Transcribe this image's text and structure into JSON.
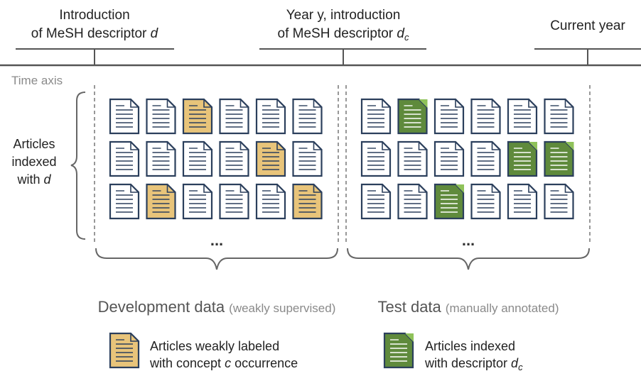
{
  "timeline": {
    "markers": [
      {
        "line1": "Introduction",
        "line2": "of MeSH descriptor ",
        "var": "d",
        "sub": ""
      },
      {
        "line1": "Year y, introduction",
        "line2": "of MeSH descriptor ",
        "var": "d",
        "sub": "c"
      },
      {
        "line1": "Current year",
        "line2": "",
        "var": "",
        "sub": ""
      }
    ],
    "axis_label": "Time axis"
  },
  "brace_label": {
    "line1": "Articles",
    "line2": "indexed",
    "line3_prefix": "with ",
    "line3_var": "d"
  },
  "grids": {
    "development": {
      "rows": [
        [
          "plain",
          "plain",
          "weak",
          "plain",
          "plain",
          "plain"
        ],
        [
          "plain",
          "plain",
          "plain",
          "plain",
          "weak",
          "plain"
        ],
        [
          "plain",
          "weak",
          "plain",
          "plain",
          "plain",
          "weak"
        ]
      ],
      "ellipsis": "..."
    },
    "test": {
      "rows": [
        [
          "plain",
          "indexed",
          "plain",
          "plain",
          "plain",
          "plain"
        ],
        [
          "plain",
          "plain",
          "plain",
          "plain",
          "indexed",
          "indexed"
        ],
        [
          "plain",
          "plain",
          "indexed",
          "plain",
          "plain",
          "plain"
        ]
      ],
      "ellipsis": "..."
    }
  },
  "sections": {
    "development": {
      "title": "Development data",
      "note": "(weakly supervised)"
    },
    "test": {
      "title": "Test data",
      "note": "(manually annotated)"
    }
  },
  "legend": {
    "weak": {
      "line1": "Articles weakly labeled",
      "line2_prefix": "with concept ",
      "line2_var": "c",
      "line2_suffix": " occurrence"
    },
    "indexed": {
      "line1": "Articles indexed",
      "line2_prefix": "with descriptor ",
      "line2_var": "d",
      "line2_sub": "c"
    }
  },
  "colors": {
    "doc_outline": "#2b3f5c",
    "doc_plain_fill": "#ffffff",
    "doc_weak_fill": "#e8c47a",
    "doc_indexed_fill": "#5f8a3c",
    "doc_indexed_corner": "#8fc25a",
    "axis": "#555555",
    "gray_text": "#8a8a8a",
    "dark_text": "#555555"
  }
}
